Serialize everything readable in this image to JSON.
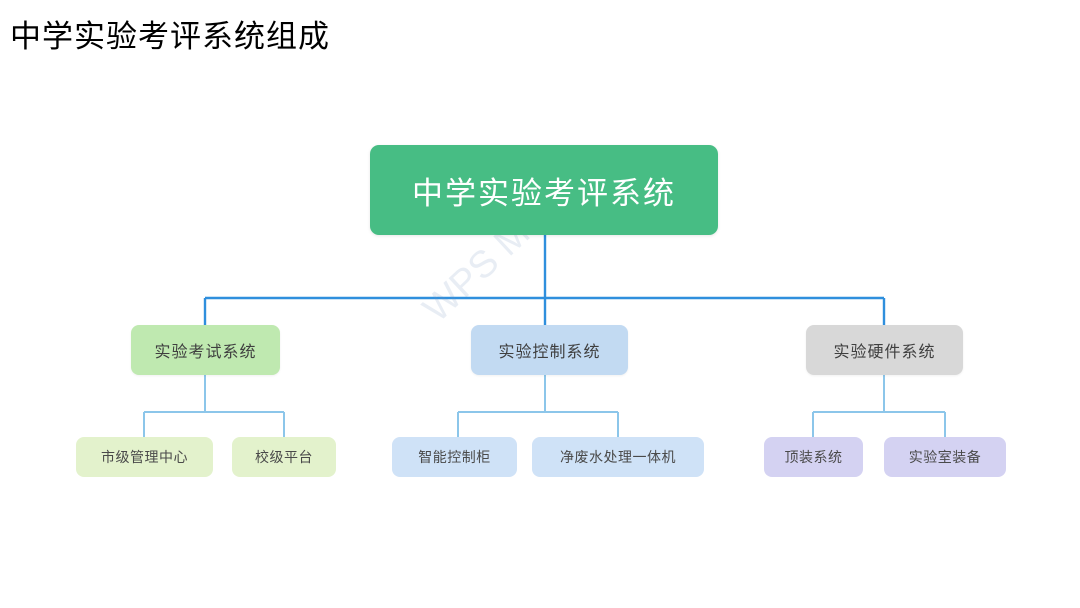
{
  "slide": {
    "title": "中学实验考评系统组成",
    "background_color": "#ffffff",
    "watermark": "WPS Mind"
  },
  "palette": {
    "root_fill": "#47bd84",
    "root_text": "#ffffff",
    "branch_fills": [
      "#bfe9b0",
      "#c2daf2",
      "#d8d8d8"
    ],
    "leaf_fills": [
      "#e3f2cc",
      "#cfe2f7",
      "#d4d2f2"
    ],
    "connector_primary": "#2f8fdd",
    "connector_secondary": "#8cc6ea",
    "node_text": "#3f3f3f"
  },
  "chart_data": {
    "type": "diagram",
    "diagram_kind": "org-tree",
    "title": "中学实验考评系统组成",
    "orientation": "top-down",
    "levels": 3,
    "root": {
      "id": "root",
      "label": "中学实验考评系统",
      "fill": "#47bd84",
      "text_color": "#ffffff"
    },
    "branches": [
      {
        "id": "branch-exam",
        "label": "实验考试系统",
        "fill": "#bfe9b0",
        "children": [
          {
            "id": "leaf-city-center",
            "label": "市级管理中心",
            "fill": "#e3f2cc"
          },
          {
            "id": "leaf-school-platform",
            "label": "校级平台",
            "fill": "#e3f2cc"
          }
        ]
      },
      {
        "id": "branch-control",
        "label": "实验控制系统",
        "fill": "#c2daf2",
        "children": [
          {
            "id": "leaf-smart-cabinet",
            "label": "智能控制柜",
            "fill": "#cfe2f7"
          },
          {
            "id": "leaf-wastewater",
            "label": "净废水处理一体机",
            "fill": "#cfe2f7"
          }
        ]
      },
      {
        "id": "branch-hardware",
        "label": "实验硬件系统",
        "fill": "#d8d8d8",
        "children": [
          {
            "id": "leaf-top-mount",
            "label": "顶装系统",
            "fill": "#d4d2f2"
          },
          {
            "id": "leaf-lab-equipment",
            "label": "实验室装备",
            "fill": "#d4d2f2"
          }
        ]
      }
    ]
  },
  "nodes": {
    "root": {
      "label": "中学实验考评系统"
    },
    "branch_exam": {
      "label": "实验考试系统"
    },
    "branch_control": {
      "label": "实验控制系统"
    },
    "branch_hardware": {
      "label": "实验硬件系统"
    },
    "leaf_city_center": {
      "label": "市级管理中心"
    },
    "leaf_school_platform": {
      "label": "校级平台"
    },
    "leaf_smart_cabinet": {
      "label": "智能控制柜"
    },
    "leaf_wastewater": {
      "label": "净废水处理一体机"
    },
    "leaf_top_mount": {
      "label": "顶装系统"
    },
    "leaf_lab_equipment": {
      "label": "实验室装备"
    }
  }
}
